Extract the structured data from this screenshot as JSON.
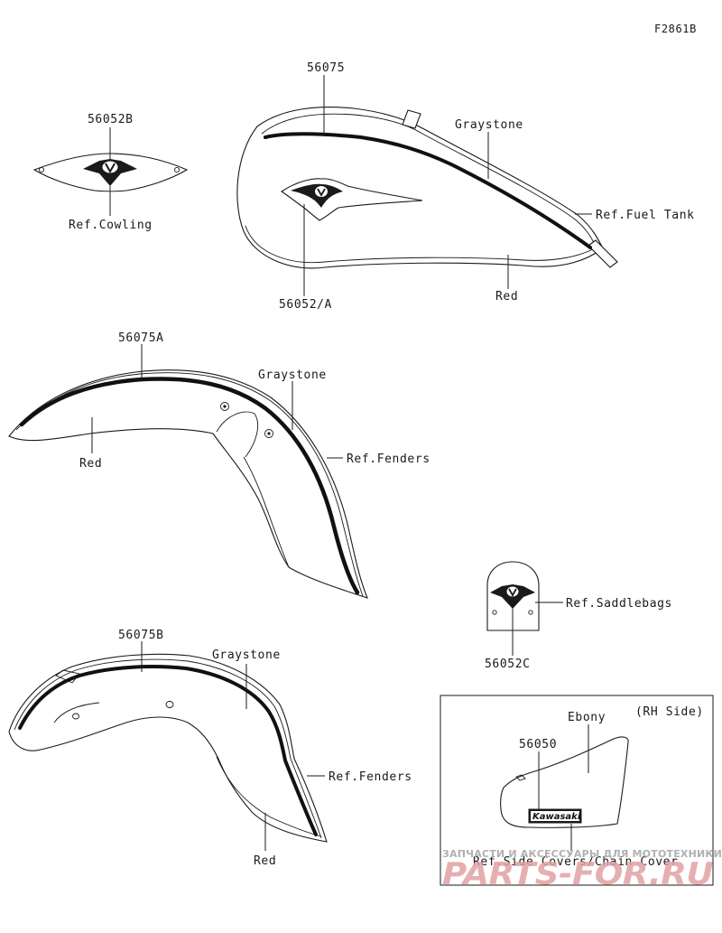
{
  "figure_code": "F2861B",
  "labels": {
    "part_56052B": "56052B",
    "ref_cowling": "Ref.Cowling",
    "part_56075": "56075",
    "graystone_tank": "Graystone",
    "ref_fuel_tank": "Ref.Fuel Tank",
    "red_tank": "Red",
    "part_56052A": "56052/A",
    "part_56075A": "56075A",
    "graystone_front": "Graystone",
    "ref_fenders_front": "Ref.Fenders",
    "red_front": "Red",
    "ref_saddlebags": "Ref.Saddlebags",
    "part_56052C": "56052C",
    "part_56075B": "56075B",
    "graystone_rear": "Graystone",
    "ref_fenders_rear": "Ref.Fenders",
    "red_rear": "Red",
    "inset_side": "(RH Side)",
    "ebony": "Ebony",
    "part_56050": "56050",
    "ref_side_covers": "Ref.Side Covers/Chain Cover",
    "kawasaki_badge": "Kawasaki"
  },
  "watermark": {
    "line1": "ЗАПЧАСТИ И АКСЕССУАРЫ ДЛЯ МОТОТЕХНИКИ",
    "line2": "PARTS-FOR.RU"
  }
}
